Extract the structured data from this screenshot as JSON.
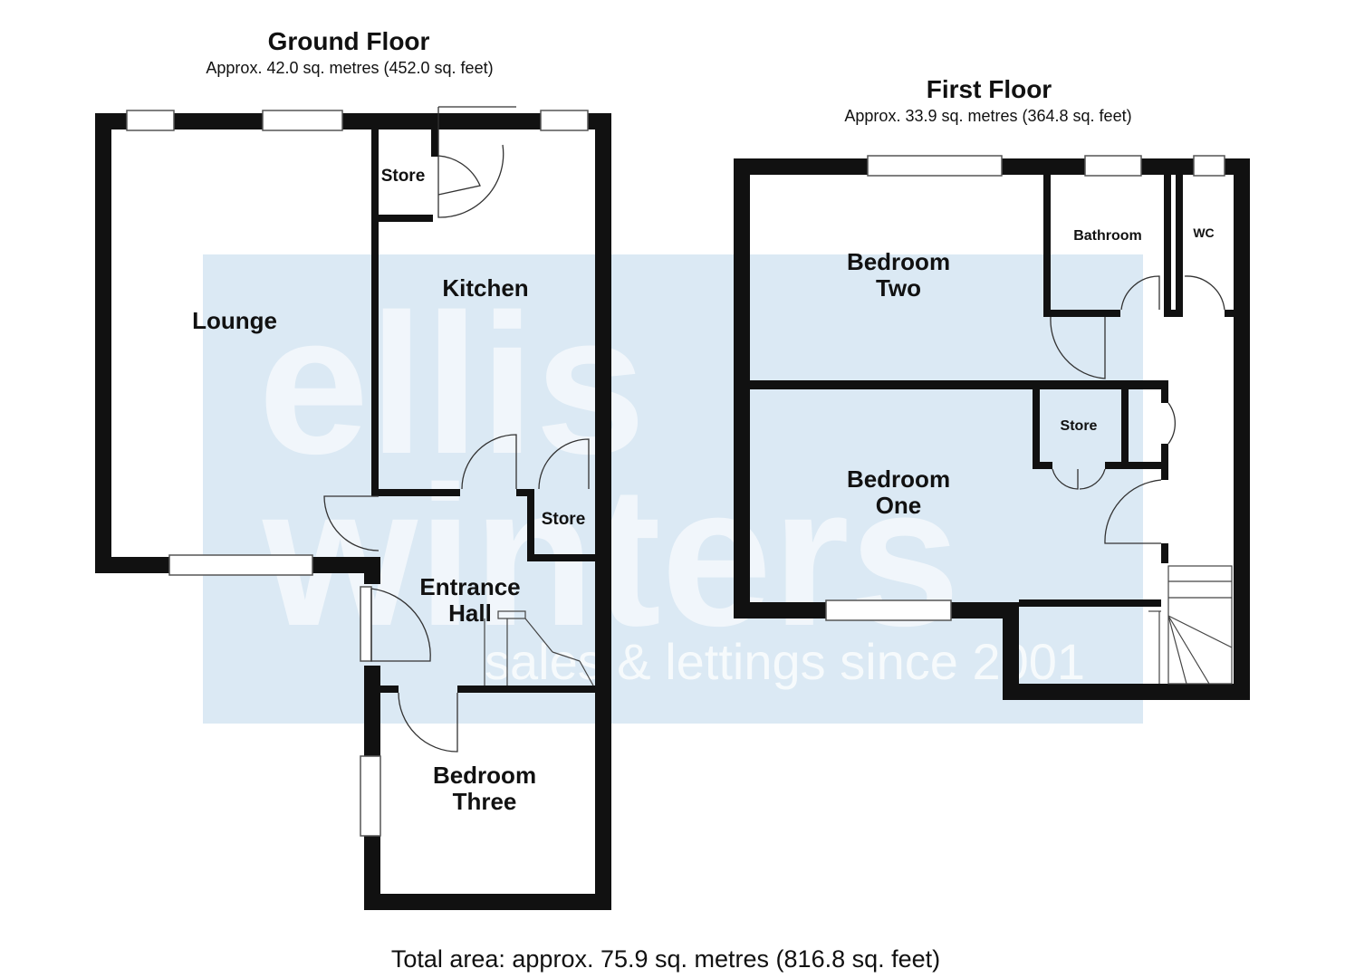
{
  "watermark": {
    "line1": "ellis",
    "line2": "winters",
    "tagline": "sales & lettings since 2001",
    "bg_color": "#dbe9f4"
  },
  "ground_floor": {
    "title": "Ground Floor",
    "area": "Approx. 42.0 sq. metres (452.0 sq. feet)",
    "rooms": {
      "lounge": "Lounge",
      "kitchen": "Kitchen",
      "store_top": "Store",
      "store_mid": "Store",
      "entrance_line1": "Entrance",
      "entrance_line2": "Hall",
      "bed3_line1": "Bedroom",
      "bed3_line2": "Three"
    }
  },
  "first_floor": {
    "title": "First Floor",
    "area": "Approx. 33.9 sq. metres (364.8 sq. feet)",
    "rooms": {
      "bed2_line1": "Bedroom",
      "bed2_line2": "Two",
      "bathroom": "Bathroom",
      "wc": "WC",
      "store": "Store",
      "bed1_line1": "Bedroom",
      "bed1_line2": "One"
    }
  },
  "total_area": "Total area: approx. 75.9 sq. metres (816.8 sq. feet)"
}
